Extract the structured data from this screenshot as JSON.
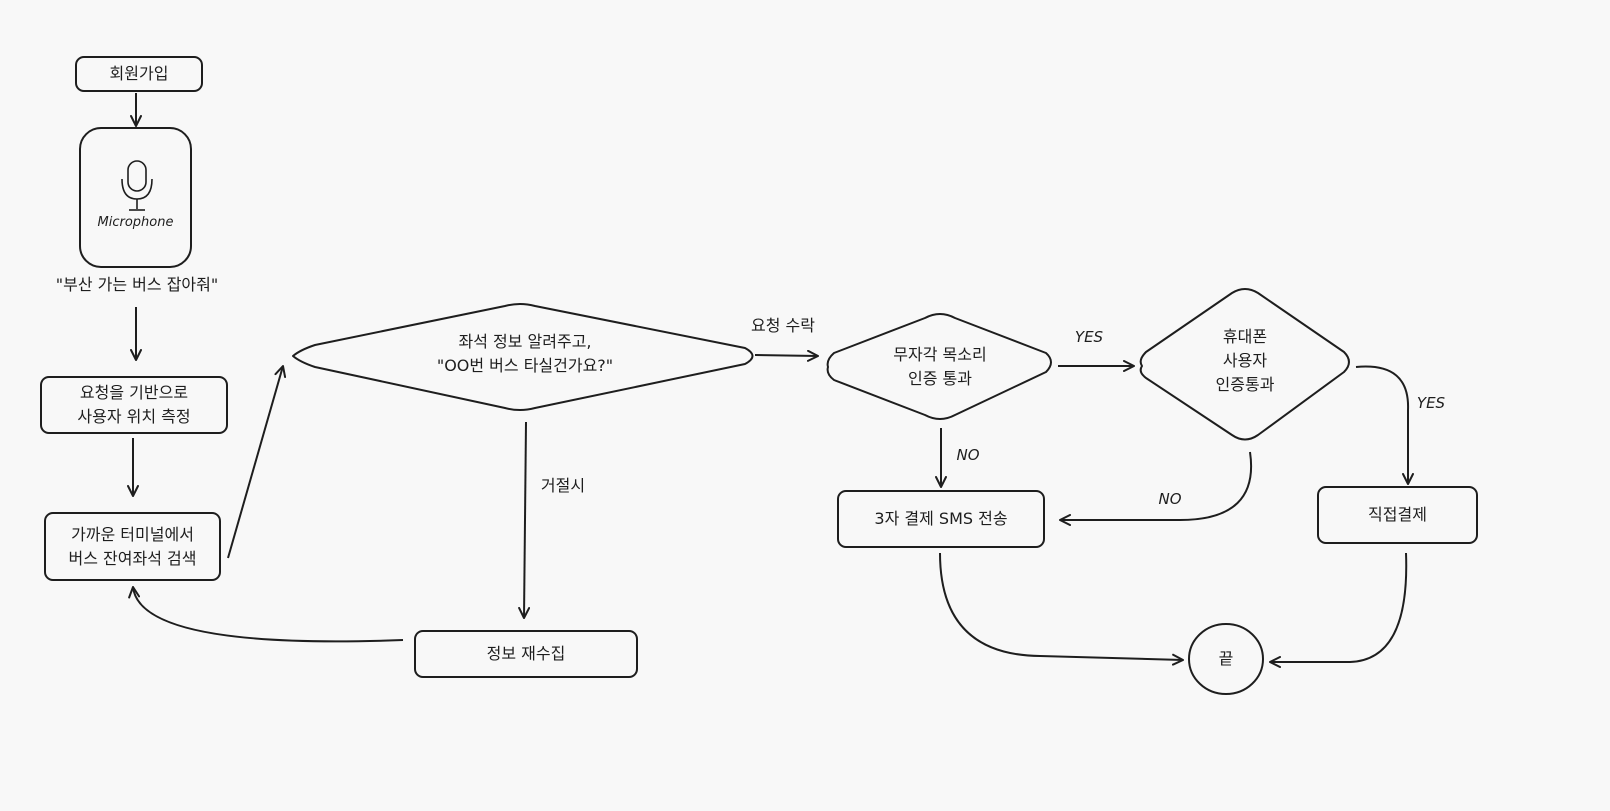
{
  "nodes": {
    "signup": "회원가입",
    "mic_caption": "Microphone",
    "voice_request": "\"부산 가는 버스 잡아줘\"",
    "measure_location": "요청을 기반으로\n사용자 위치 측정",
    "search_seats": "가까운 터미널에서\n버스 잔여좌석 검색",
    "confirm_seat": "좌석 정보 알려주고,\n\"OO번 버스 타실건가요?\"",
    "recollect": "정보 재수집",
    "voice_auth": "무자각 목소리\n인증 통과",
    "phone_auth": "휴대폰\n사용자\n인증통과",
    "sms_payment": "3자 결제 SMS 전송",
    "direct_payment": "직접결제",
    "end": "끝"
  },
  "edge_labels": {
    "accept": "요청 수락",
    "reject": "거절시",
    "voice_yes": "YES",
    "voice_no": "NO",
    "phone_yes": "YES",
    "phone_no": "NO"
  },
  "icons": {
    "microphone": "microphone-icon"
  },
  "colors": {
    "stroke": "#1e1e1e",
    "background": "#f8f8f8"
  }
}
